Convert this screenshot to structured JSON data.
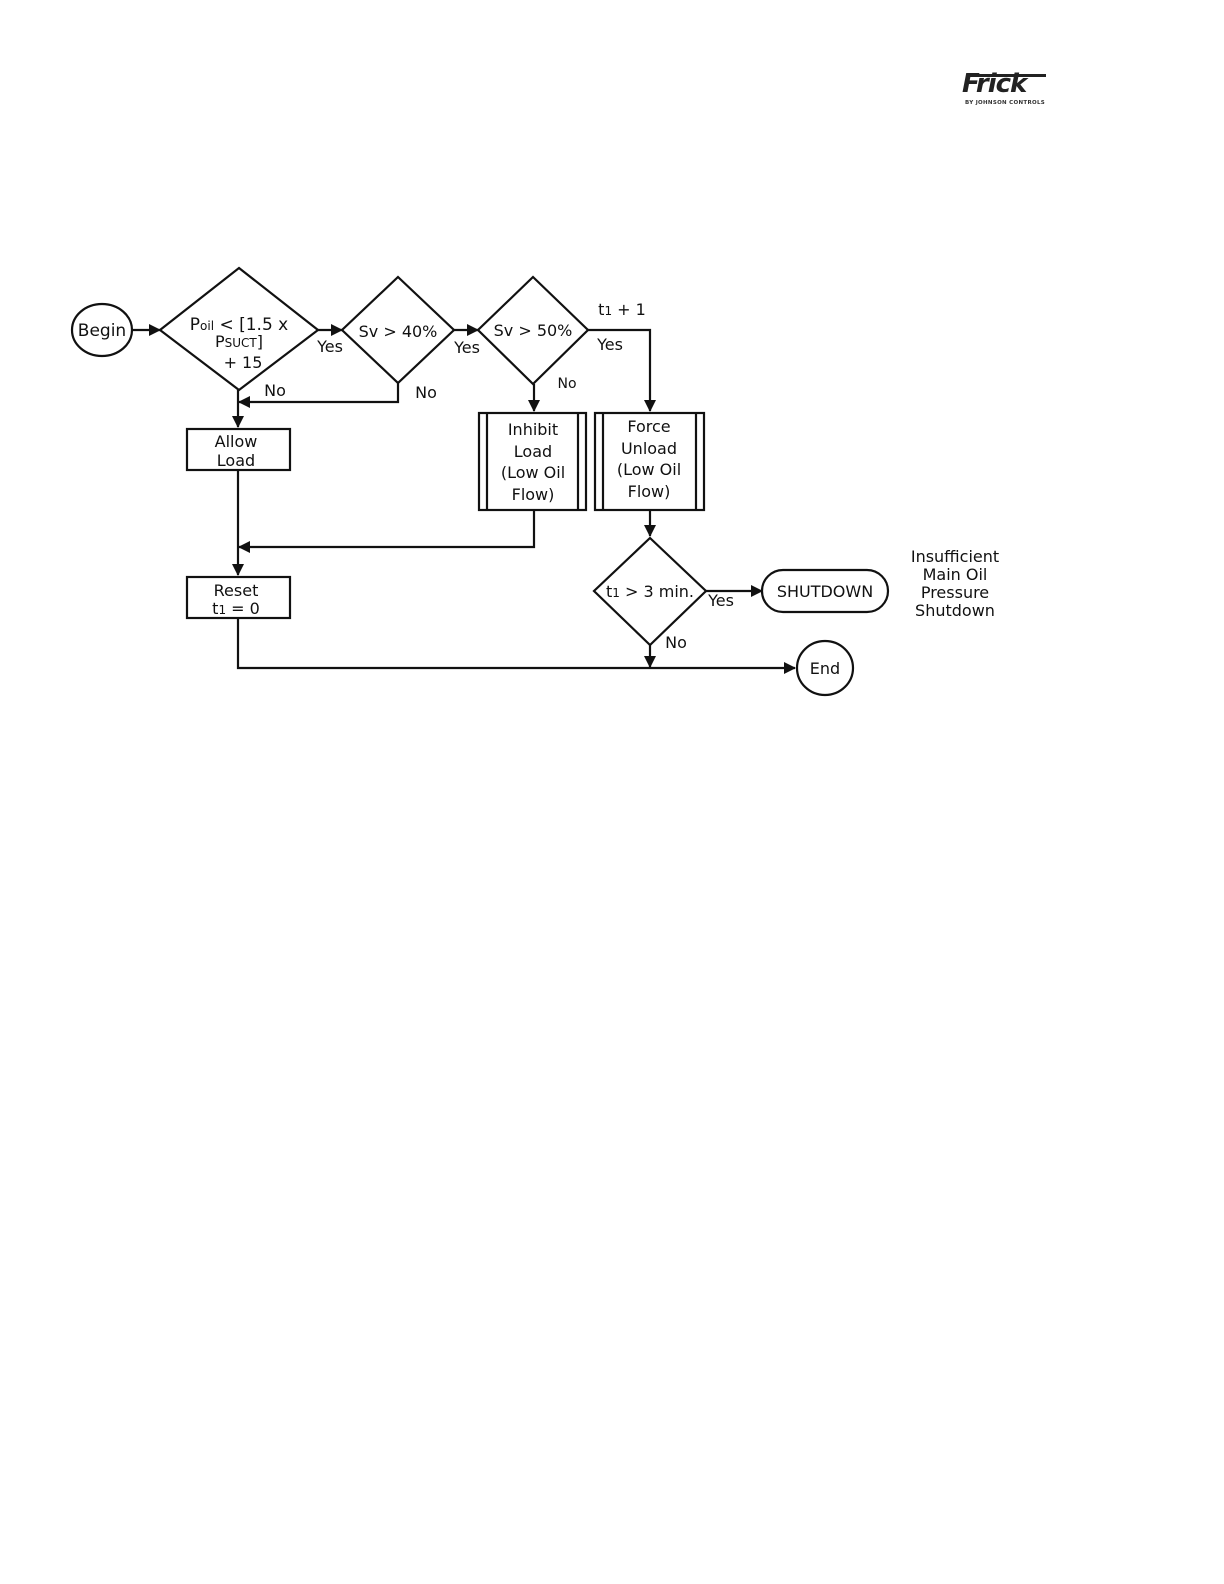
{
  "logo": {
    "word": "Frick",
    "sub": "BY JOHNSON CONTROLS"
  },
  "flow": {
    "begin": "Begin",
    "d1": {
      "p": "P",
      "oil": "oil",
      "l1": " < [1.5 x",
      "p2": "P",
      "suct": "SUCT",
      "l2b": "]",
      "l3": "+ 15"
    },
    "d2": {
      "label": "Sv > 40%"
    },
    "d3": {
      "label": "Sv > 50%"
    },
    "d4": {
      "t": "t",
      "one": "1",
      "rest": " > 3 min."
    },
    "yes": "Yes",
    "no": "No",
    "t1plus": {
      "t": "t",
      "one": "1",
      "rest": " + 1"
    },
    "allow_load": [
      "Allow",
      "Load"
    ],
    "inhibit_load": [
      "Inhibit",
      "Load",
      "(Low Oil",
      "Flow)"
    ],
    "force_unload": [
      "Force",
      "Unload",
      "(Low Oil",
      "Flow)"
    ],
    "reset": {
      "l1": "Reset",
      "t": "t",
      "one": "1",
      "rest": " = 0"
    },
    "shutdown": "SHUTDOWN",
    "end": "End",
    "shutdown_note": [
      "Insufficient",
      "Main Oil",
      "Pressure",
      "Shutdown"
    ]
  }
}
